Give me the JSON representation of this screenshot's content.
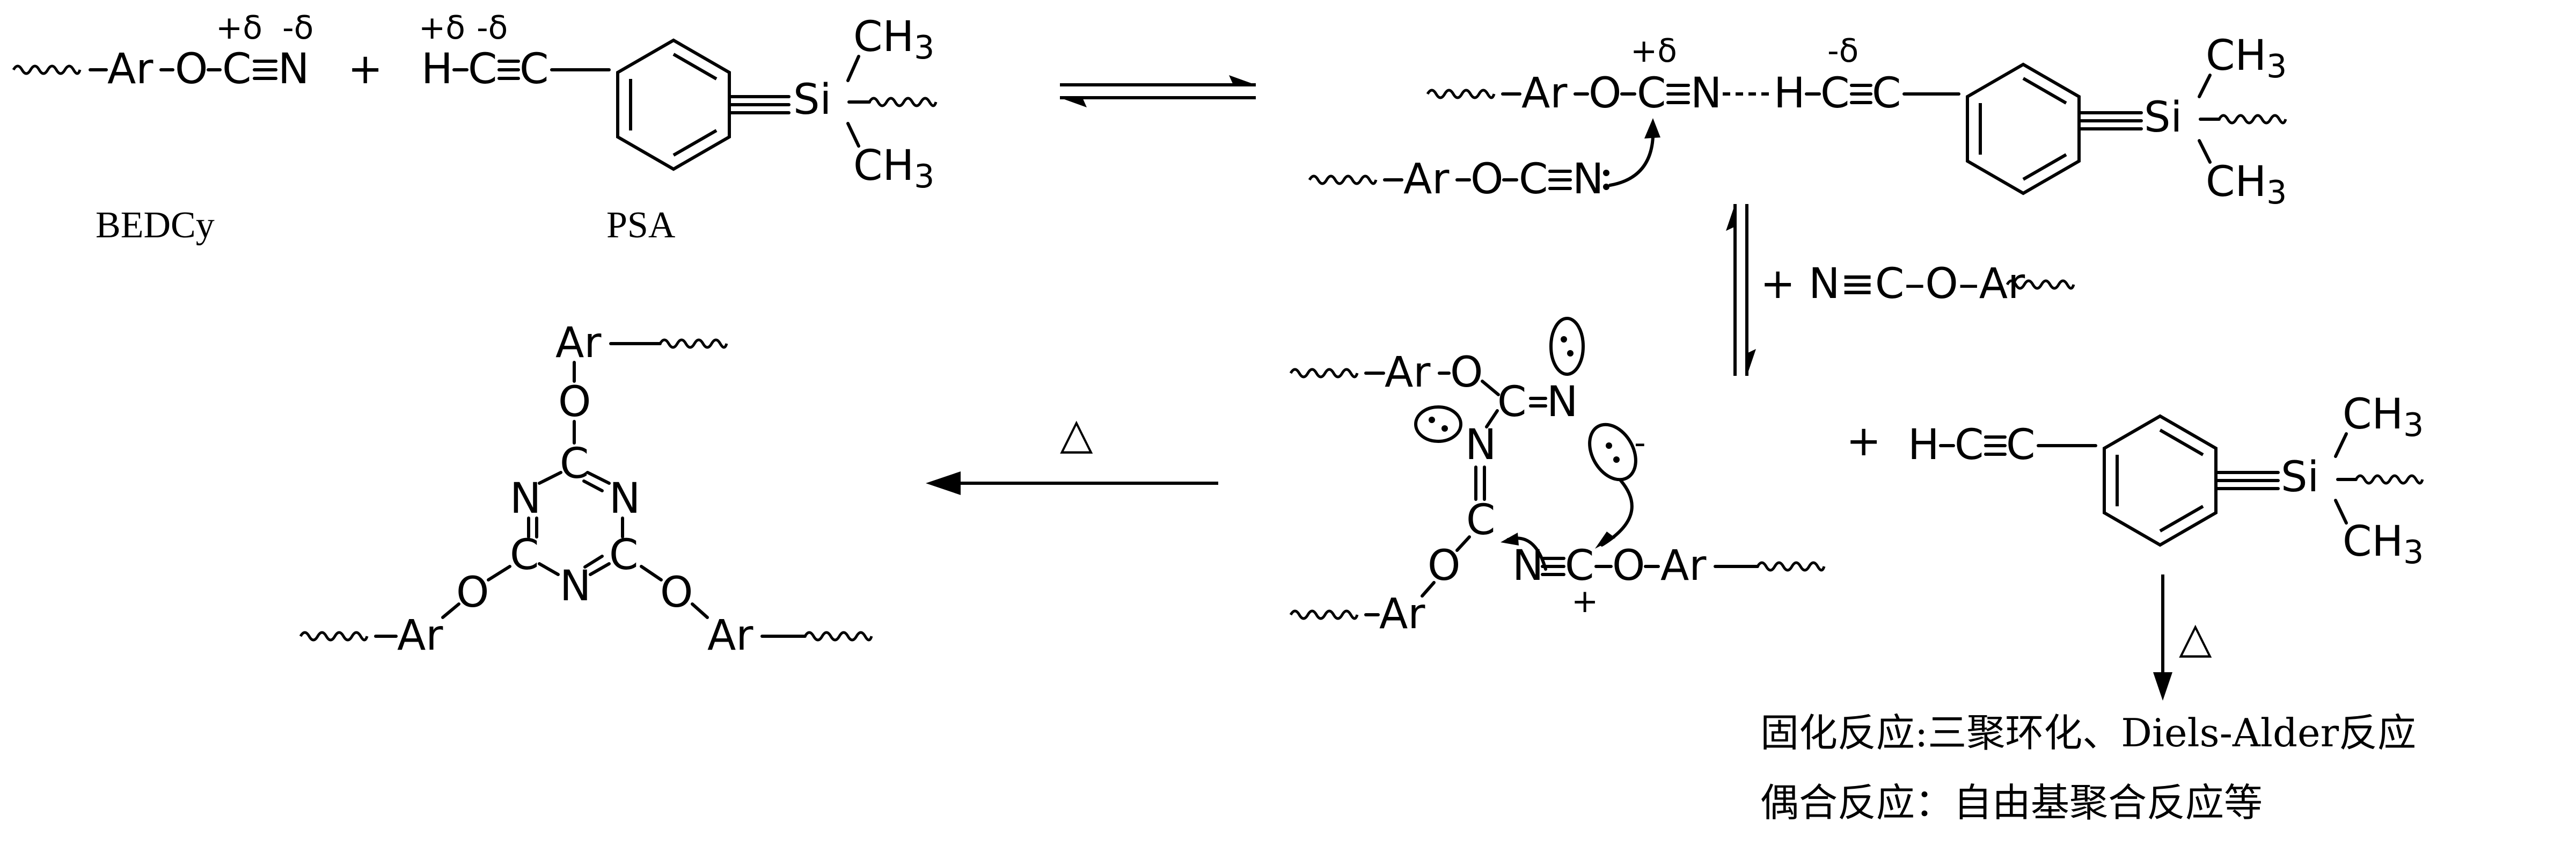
{
  "labels": {
    "bedcy": "BEDCy",
    "psa": "PSA",
    "plus": "+",
    "heat": "△",
    "plus_cyanate": "+ N≡C–O–Ar"
  },
  "atoms": {
    "Ar": "Ar",
    "O": "O",
    "C": "C",
    "N": "N",
    "H": "H",
    "Si": "Si",
    "CH3": "CH",
    "sub3": "3"
  },
  "charges": {
    "delta_pos": "+δ",
    "delta_neg": "-δ",
    "plus_sign": "+",
    "minus_sign": "-"
  },
  "notes": {
    "line1": "固化反应:三聚环化、Diels-Alder反应",
    "line2": "偶合反应：自由基聚合反应等"
  },
  "colors": {
    "ink": "#000000",
    "background": "#ffffff"
  }
}
